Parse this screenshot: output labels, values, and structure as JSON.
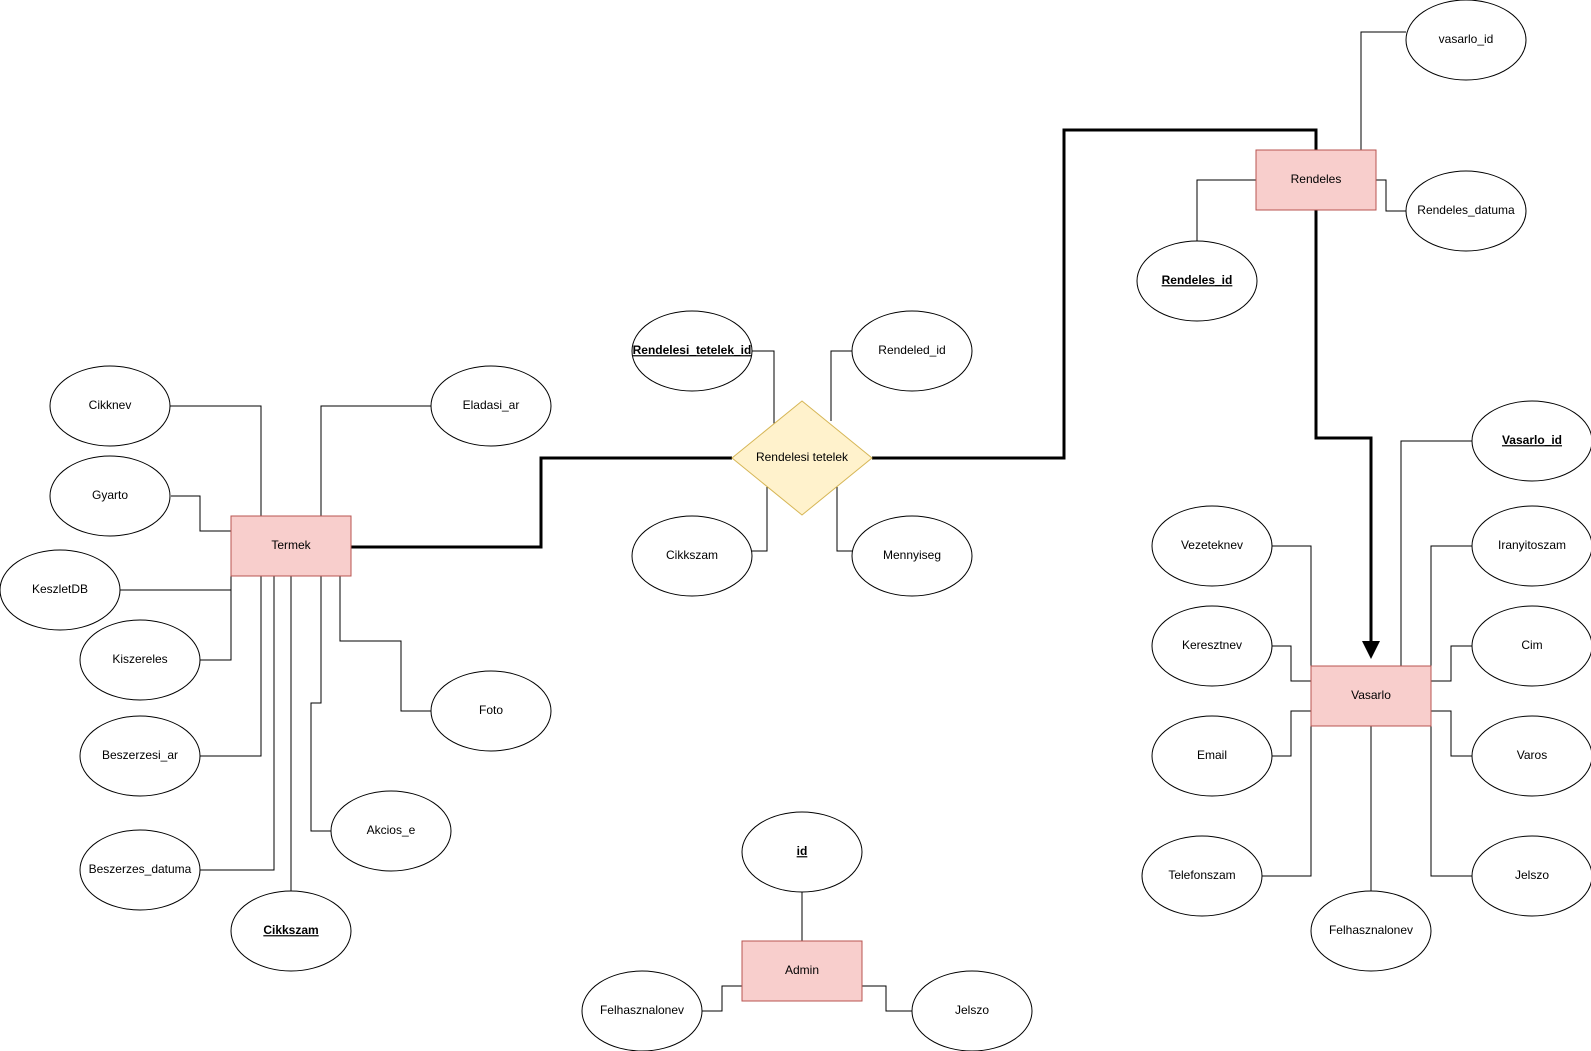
{
  "entities": {
    "termek": "Termek",
    "rendeles": "Rendeles",
    "vasarlo": "Vasarlo",
    "admin": "Admin"
  },
  "relationships": {
    "rendelesi_tetelek": "Rendelesi tetelek"
  },
  "attributes": {
    "termek": {
      "cikknev": "Cikknev",
      "gyarto": "Gyarto",
      "keszletdb": "KeszletDB",
      "kiszereles": "Kiszereles",
      "beszerzesi_ar": "Beszerzesi_ar",
      "beszerzes_datuma": "Beszerzes_datuma",
      "cikkszam": "Cikkszam",
      "akcios_e": "Akcios_e",
      "foto": "Foto",
      "eladasi_ar": "Eladasi_ar"
    },
    "rendelesi_tetelek": {
      "rendelesi_tetelek_id": "Rendelesi_tetelek_id",
      "rendeled_id": "Rendeled_id",
      "cikkszam": "Cikkszam",
      "mennyiseg": "Mennyiseg"
    },
    "rendeles": {
      "vasarlo_id": "vasarlo_id",
      "rendeles_datuma": "Rendeles_datuma",
      "rendeles_id": "Rendeles_id"
    },
    "vasarlo": {
      "vasarlo_id": "Vasarlo_id",
      "iranyitoszam": "Iranyitoszam",
      "cim": "Cim",
      "varos": "Varos",
      "jelszo": "Jelszo",
      "felhasznalonev": "Felhasznalonev",
      "telefonszam": "Telefonszam",
      "email": "Email",
      "keresztnev": "Keresztnev",
      "vezeteknev": "Vezeteknev"
    },
    "admin": {
      "id": "id",
      "felhasznalonev": "Felhasznalonev",
      "jelszo": "Jelszo"
    }
  },
  "colors": {
    "entity_fill": "#f8cecc",
    "entity_stroke": "#b85450",
    "relationship_fill": "#fff2cc",
    "relationship_stroke": "#d6b656",
    "attribute_fill": "#ffffff",
    "line": "#000000"
  }
}
